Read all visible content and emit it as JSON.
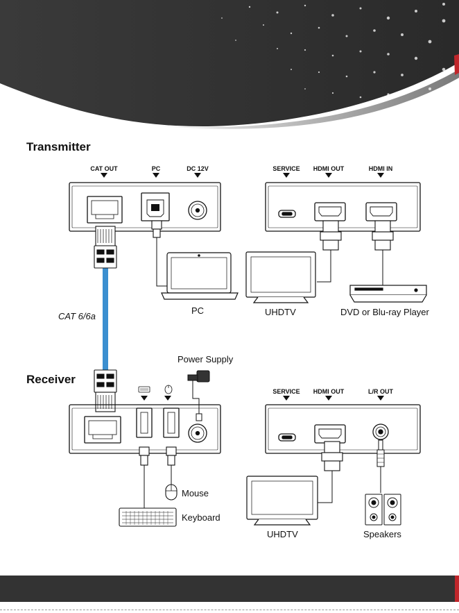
{
  "transmitter": {
    "title": "Transmitter",
    "ports_left": [
      "CAT OUT",
      "PC",
      "DC 12V"
    ],
    "ports_right": [
      "SERVICE",
      "HDMI OUT",
      "HDMI IN"
    ],
    "devices": {
      "pc": "PC",
      "tv": "UHDTV",
      "player": "DVD or Blu-ray Player"
    },
    "cable": "CAT 6/6a"
  },
  "receiver": {
    "title": "Receiver",
    "ports_right": [
      "SERVICE",
      "HDMI OUT",
      "L/R OUT"
    ],
    "port_icons_left": [
      "keyboard-icon",
      "mouse-icon"
    ],
    "devices": {
      "power": "Power Supply",
      "mouse": "Mouse",
      "keyboard": "Keyboard",
      "tv": "UHDTV",
      "speakers": "Speakers"
    }
  },
  "colors": {
    "cable": "#3b8fd0",
    "header": "#2f2f2f",
    "footer": "#333333"
  }
}
